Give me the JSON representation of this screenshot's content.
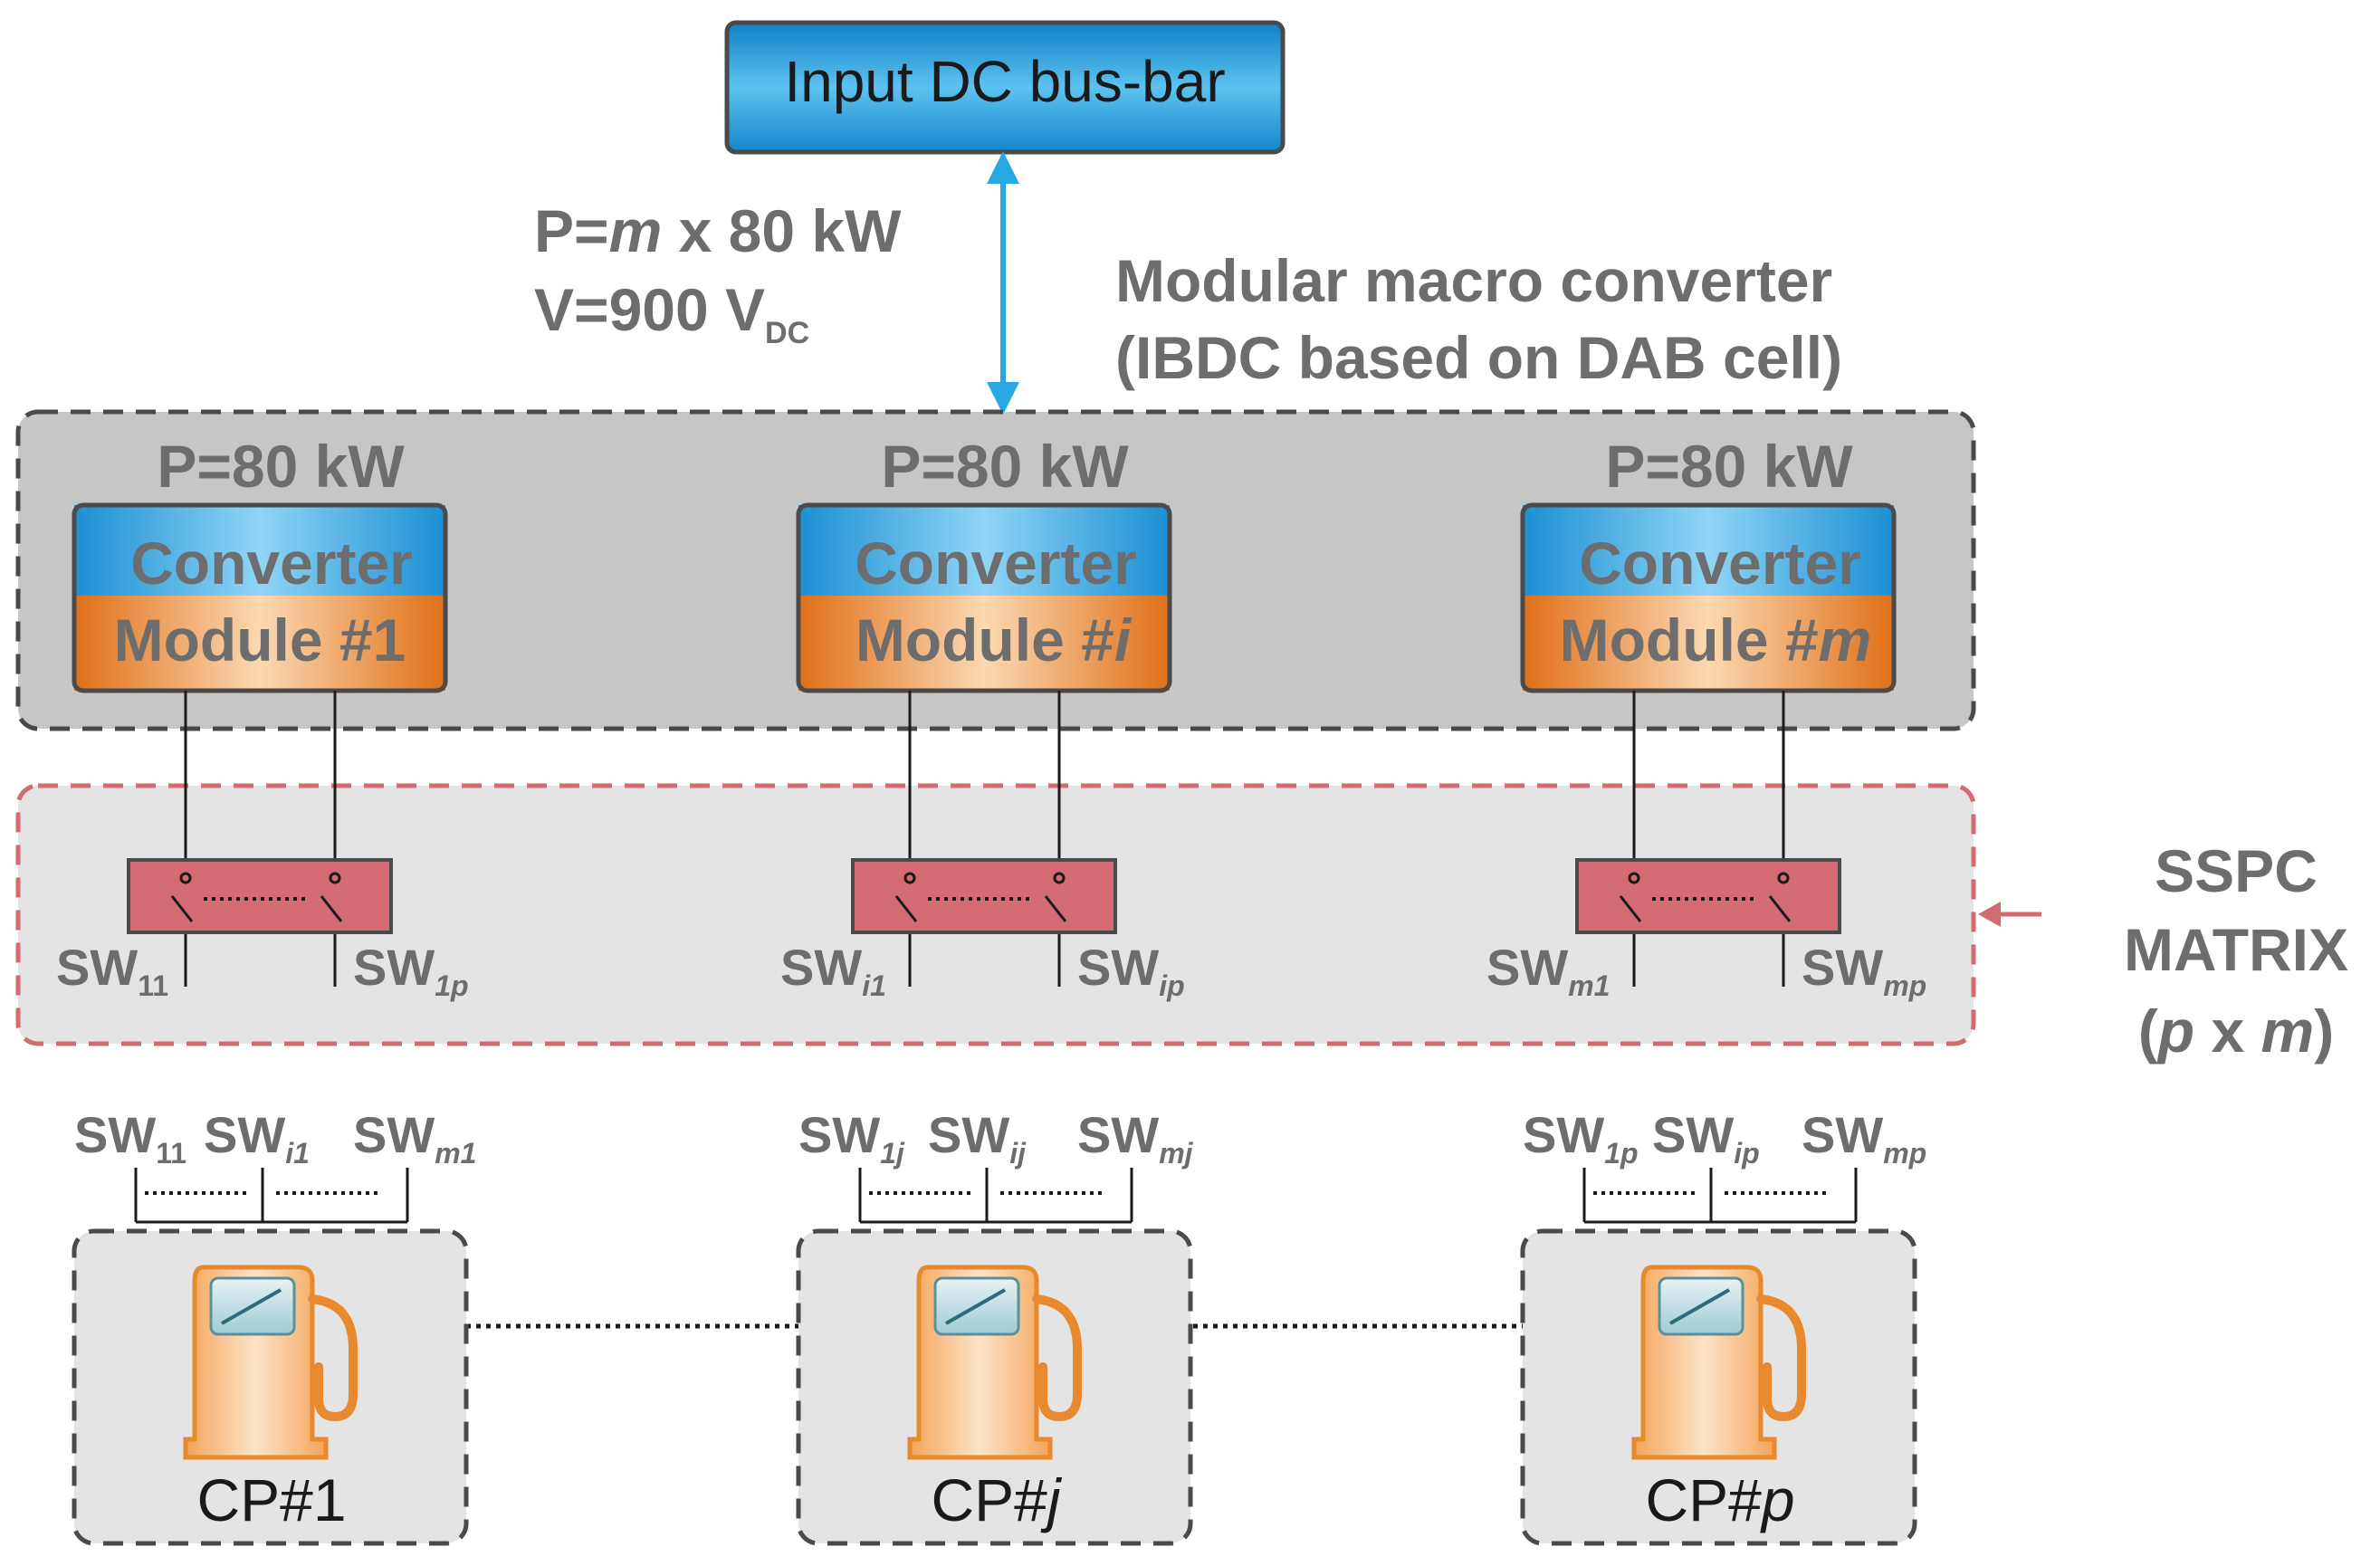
{
  "bus": {
    "label": "Input DC bus-bar"
  },
  "power": {
    "p_prefix": "P=",
    "p_var": "m",
    "p_suffix": " x 80 kW",
    "v_main": "V=900 V",
    "v_sub": "DC"
  },
  "macro": {
    "line1": "Modular macro converter",
    "line2": "(IBDC based on DAB cell)"
  },
  "modules": [
    {
      "power": "P=80 kW",
      "top": "Converter",
      "bottom_text": "Module #",
      "bottom_var": "1",
      "var_italic": false,
      "sw_left": {
        "base": "SW",
        "sub": "11"
      },
      "sw_right": {
        "base": "SW",
        "sub": "1p"
      }
    },
    {
      "power": "P=80 kW",
      "top": "Converter",
      "bottom_text": "Module #",
      "bottom_var": "i",
      "var_italic": true,
      "sw_left": {
        "base": "SW",
        "sub": "i1"
      },
      "sw_right": {
        "base": "SW",
        "sub": "ip"
      }
    },
    {
      "power": "P=80 kW",
      "top": "Converter",
      "bottom_text": "Module #",
      "bottom_var": "m",
      "var_italic": true,
      "sw_left": {
        "base": "SW",
        "sub": "m1"
      },
      "sw_right": {
        "base": "SW",
        "sub": "mp"
      }
    }
  ],
  "sspc": {
    "line1": "SSPC",
    "line2": "MATRIX",
    "line3": "(p x m)"
  },
  "charging_points": [
    {
      "label_text": "CP#",
      "label_var": "1",
      "var_italic": false,
      "switches": [
        {
          "base": "SW",
          "sub": "11"
        },
        {
          "base": "SW",
          "sub": "i1"
        },
        {
          "base": "SW",
          "sub": "m1"
        }
      ]
    },
    {
      "label_text": "CP#",
      "label_var": "j",
      "var_italic": true,
      "switches": [
        {
          "base": "SW",
          "sub": "1j"
        },
        {
          "base": "SW",
          "sub": "ij"
        },
        {
          "base": "SW",
          "sub": "mj"
        }
      ]
    },
    {
      "label_text": "CP#",
      "label_var": "p",
      "var_italic": true,
      "switches": [
        {
          "base": "SW",
          "sub": "1p"
        },
        {
          "base": "SW",
          "sub": "ip"
        },
        {
          "base": "SW",
          "sub": "mp"
        }
      ]
    }
  ],
  "colors": {
    "bus_blue": "#1f95d6",
    "converter_orange": "#e87d22",
    "sspc_red": "#d36b72",
    "arrow_blue": "#29a7e0",
    "label_gray": "#6d6d6d"
  }
}
